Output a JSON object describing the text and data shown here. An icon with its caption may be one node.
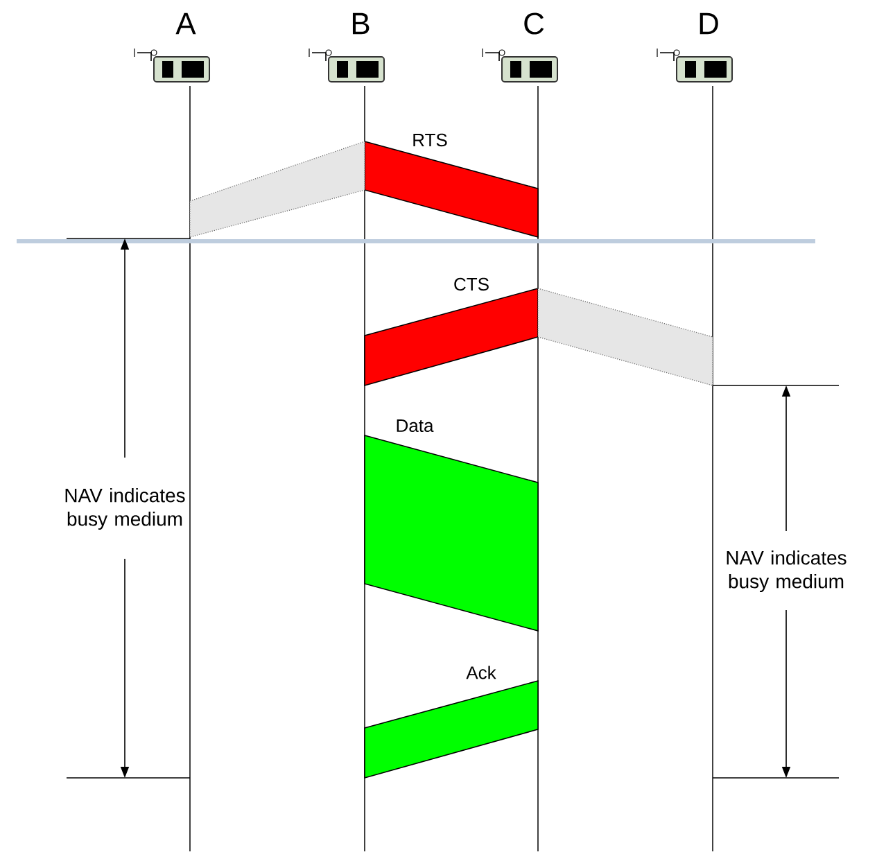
{
  "diagram": {
    "nodes": [
      {
        "text": [
          "A"
        ]
      },
      {
        "text": [
          "B"
        ]
      },
      {
        "text": [
          "C"
        ]
      },
      {
        "text": [
          "D"
        ]
      },
      {
        "text": [
          "RTS"
        ]
      },
      {
        "text": [
          "CTS"
        ]
      },
      {
        "text": [
          "Data"
        ]
      },
      {
        "text": [
          "Ack"
        ]
      },
      {
        "text": [],
        "shape": "band"
      },
      {
        "text": [],
        "shape": "band"
      }
    ],
    "labels": [
      "NAV indicates busy medium",
      "NAV indicates busy medium"
    ]
  }
}
